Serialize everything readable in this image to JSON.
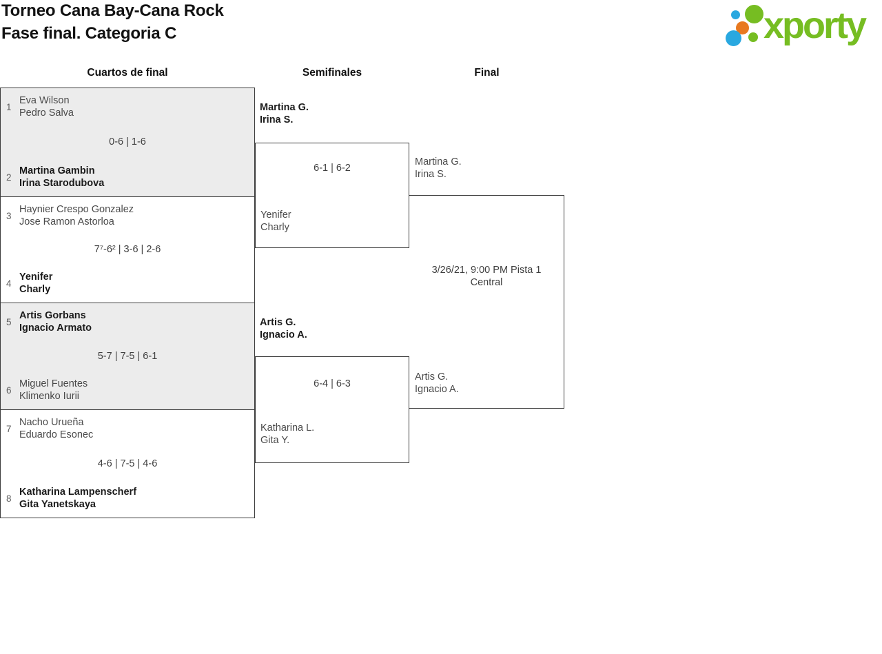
{
  "header": {
    "title_line1": "Torneo Cana Bay-Cana Rock",
    "title_line2": "Fase final. Categoria C"
  },
  "logo": {
    "wordmark": "xporty",
    "green": "#76bd22",
    "blue": "#29a8e0",
    "orange": "#e8791f"
  },
  "columns": [
    {
      "label": "Cuartos de final"
    },
    {
      "label": "Semifinales"
    },
    {
      "label": "Final"
    }
  ],
  "quarterfinals": [
    {
      "top": {
        "seed": "1",
        "players": [
          "Eva Wilson",
          "Pedro Salva"
        ],
        "winner": false
      },
      "score": "0-6 | 1-6",
      "bottom": {
        "seed": "2",
        "players": [
          "Martina Gambin",
          "Irina Starodubova"
        ],
        "winner": true
      }
    },
    {
      "top": {
        "seed": "3",
        "players": [
          "Haynier Crespo Gonzalez",
          "Jose Ramon Astorloa"
        ],
        "winner": false
      },
      "score": "7⁷-6² | 3-6 | 2-6",
      "bottom": {
        "seed": "4",
        "players": [
          "Yenifer",
          "Charly"
        ],
        "winner": true
      }
    },
    {
      "top": {
        "seed": "5",
        "players": [
          "Artis Gorbans",
          "Ignacio Armato"
        ],
        "winner": true
      },
      "score": "5-7 | 7-5 | 6-1",
      "bottom": {
        "seed": "6",
        "players": [
          "Miguel Fuentes",
          "Klimenko Iurii"
        ],
        "winner": false
      }
    },
    {
      "top": {
        "seed": "7",
        "players": [
          "Nacho Urueña",
          "Eduardo Esonec"
        ],
        "winner": false
      },
      "score": "4-6 | 7-5 | 4-6",
      "bottom": {
        "seed": "8",
        "players": [
          "Katharina Lampenscherf",
          "Gita Yanetskaya"
        ],
        "winner": true
      }
    }
  ],
  "semifinals": [
    {
      "top": {
        "players": [
          "Martina G.",
          "Irina S."
        ],
        "winner": true
      },
      "score": "6-1 | 6-2",
      "bottom": {
        "players": [
          "Yenifer",
          "Charly"
        ],
        "winner": false
      }
    },
    {
      "top": {
        "players": [
          "Artis G.",
          "Ignacio A."
        ],
        "winner": true
      },
      "score": "6-4 | 6-3",
      "bottom": {
        "players": [
          "Katharina L.",
          "Gita Y."
        ],
        "winner": false
      }
    }
  ],
  "final": {
    "top": {
      "players": [
        "Martina G.",
        "Irina S."
      ]
    },
    "schedule_line1": "3/26/21, 9:00 PM Pista 1",
    "schedule_line2": "Central",
    "bottom": {
      "players": [
        "Artis G.",
        "Ignacio A."
      ]
    }
  }
}
